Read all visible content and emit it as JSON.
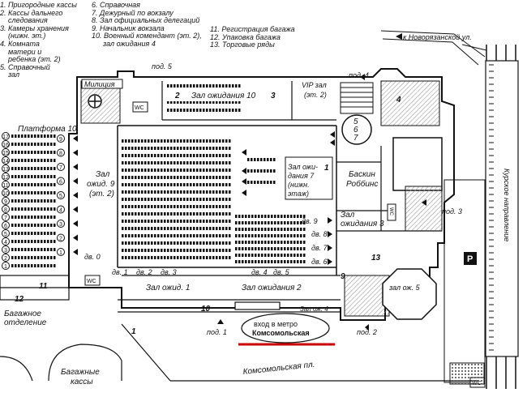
{
  "legend": {
    "col1": [
      "1. Пригородные кассы",
      "2. Кассы дальнего",
      "следования",
      "3. Камеры хранения",
      "(нижн. эт.)",
      "4. Комната",
      "матери и",
      "ребенка (эт. 2)",
      "5. Справочный",
      "зал"
    ],
    "col2": [
      "6. Справочная",
      "7. Дежурный по вокзалу",
      "8. Зал официальных делегаций",
      "9. Начальник вокзала",
      "10. Военный комендант (эт. 2),",
      "зал ожидания 4"
    ],
    "col3": [
      "11. Регистрация багажа",
      "12. Упаковка багажа",
      "13. Торговые ряды"
    ]
  },
  "labels": {
    "novoryazan": "к Новорязанской ул.",
    "militsiya": "Милиция",
    "pod5": "под. 5",
    "pod4": "под. 4",
    "pod3": "под. 3",
    "pod2": "под. 2",
    "pod1": "под. 1",
    "hall10": "Зал ожидания 10",
    "vip": "VIP зал",
    "vip_floor": "(эт. 2)",
    "platform10": "Платформа 10",
    "hall9_a": "Зал",
    "hall9_b": "ожид. 9",
    "hall9_c": "(эт. 2)",
    "hall7_a": "Зал ожи-",
    "hall7_b": "дания 7",
    "hall7_c": "(нижн.",
    "hall7_d": "этаж)",
    "baskin_a": "Баскин",
    "baskin_b": "Роббинс",
    "hall3_a": "Зал",
    "hall3_b": "ожидания 3",
    "kursk_dir": "Курское направление",
    "parking": "P",
    "hall1": "Зал ожид. 1",
    "hall2": "Зал ожидания 2",
    "hall4": "Зал ож. 4",
    "hall5": "зал ож. 5",
    "baggage_a": "Багажное",
    "baggage_b": "отделение",
    "baggage_kassy_a": "Багажные",
    "baggage_kassy_b": "кассы",
    "metro_a": "вход в метро",
    "metro_b": "Комсомольская",
    "komsomol_sq": "Комсомольская пл.",
    "wc": "WC",
    "dv0": "дв. 0",
    "dv1": "дв. 1",
    "dv2": "дв. 2",
    "dv3": "дв. 3",
    "dv4": "дв. 4",
    "dv5": "дв. 5",
    "dv6": "дв. 6",
    "dv7": "дв. 7",
    "dv8": "дв. 8",
    "dv9": "дв. 9",
    "n1": "1",
    "n2": "2",
    "n3": "3",
    "n4": "4",
    "n5": "5",
    "n6": "6",
    "n7": "7",
    "n9": "9",
    "n10": "10",
    "n12": "12",
    "n13": "13",
    "n11": "11"
  },
  "platforms_left": [
    "17",
    "16",
    "15",
    "14",
    "13",
    "12",
    "11",
    "10",
    "9",
    "8",
    "7",
    "6",
    "5",
    "4",
    "3",
    "2",
    "1"
  ],
  "platforms_right": [
    "9",
    "8",
    "7",
    "6",
    "5",
    "4",
    "3",
    "2",
    "1"
  ],
  "colors": {
    "highlight": "#cc0000",
    "ink": "#111111",
    "paper": "#ffffff",
    "hatch": "#888888"
  }
}
